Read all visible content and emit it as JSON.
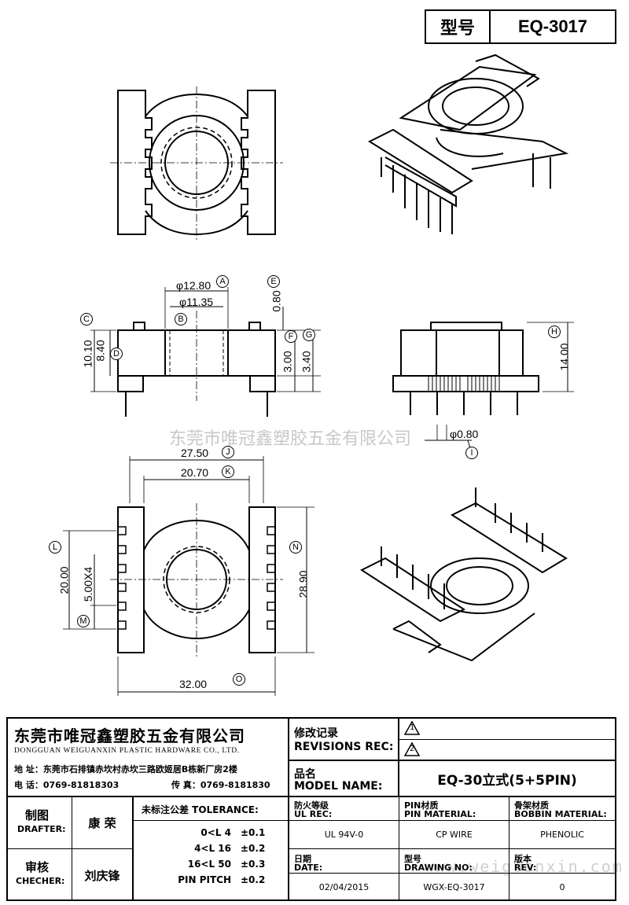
{
  "header": {
    "model_label": "型号",
    "model_value": "EQ-3017"
  },
  "dimensions": {
    "d_a": "φ12.80",
    "d_b": "φ11.35",
    "d_c": "10.10",
    "d_d": "8.40",
    "d_e": "0.80",
    "d_f": "3.00",
    "d_g": "3.40",
    "d_h": "14.00",
    "d_i": "φ0.80",
    "d_j": "27.50",
    "d_k": "20.70",
    "d_l": "20.00",
    "d_m": "5.00X4",
    "d_n": "28.90",
    "d_o": "32.00"
  },
  "callouts": {
    "a": "A",
    "b": "B",
    "c": "C",
    "d": "D",
    "e": "E",
    "f": "F",
    "g": "G",
    "h": "H",
    "i": "I",
    "j": "J",
    "k": "K",
    "l": "L",
    "m": "M",
    "n": "N",
    "o": "O"
  },
  "watermark": {
    "company": "东莞市唯冠鑫塑胶五金有限公司",
    "site": "www.weiguanxin.com"
  },
  "company": {
    "name_cn": "东莞市唯冠鑫塑胶五金有限公司",
    "name_en": "DONGGUAN WEIGUANXIN PLASTIC HARDWARE CO., LTD.",
    "address": "地  址：东莞市石排镇赤坎村赤坎三路欧姬居B栋新厂房2楼",
    "phone": "电  话：0769-81818303",
    "fax": "传  真：0769-8181830"
  },
  "revisions": {
    "label_cn": "修改记录",
    "label_en": "REVISIONS REC:",
    "rev1": "1",
    "rev2": "2"
  },
  "model": {
    "label_cn": "品名",
    "label_en": "MODEL NAME:",
    "value": "EQ-30立式(5+5PIN)"
  },
  "drafter": {
    "label_cn": "制图",
    "label_en": "DRAFTER:",
    "name": "康  荣"
  },
  "checker": {
    "label_cn": "审核",
    "label_en": "CHECHER:",
    "name": "刘庆锋"
  },
  "tolerance": {
    "label": "未标注公差 TOLERANCE:",
    "rows": [
      {
        "range": "0<L  4",
        "tol": "±0.1"
      },
      {
        "range": "4<L  16",
        "tol": "±0.2"
      },
      {
        "range": "16<L  50",
        "tol": "±0.3"
      },
      {
        "range": "PIN PITCH",
        "tol": "±0.2"
      }
    ]
  },
  "specs": {
    "ul_label_cn": "防火等级",
    "ul_label_en": "UL REC:",
    "ul_value": "UL 94V-0",
    "pin_label_cn": "PIN材质",
    "pin_label_en": "PIN MATERIAL:",
    "pin_value": "CP WIRE",
    "bobbin_label_cn": "骨架材质",
    "bobbin_label_en": "BOBBIN MATERIAL:",
    "bobbin_value": "PHENOLIC",
    "date_label_cn": "日期",
    "date_label_en": "DATE:",
    "date_value": "02/04/2015",
    "dwg_label_cn": "型号",
    "dwg_label_en": "DRAWING NO:",
    "dwg_value": "WGX-EQ-3017",
    "rev_label_cn": "版本",
    "rev_label_en": "REV:",
    "rev_value": "0"
  }
}
